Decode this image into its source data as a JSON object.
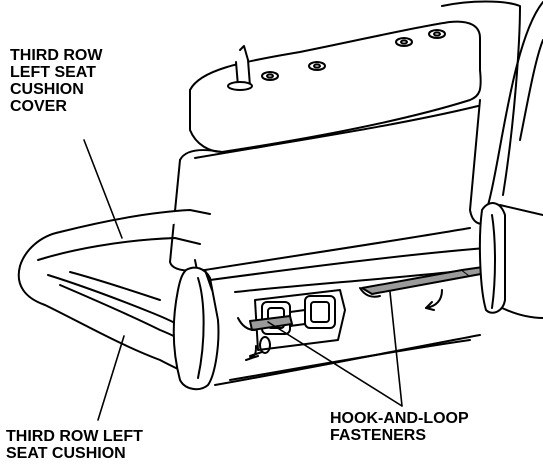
{
  "callouts": {
    "cushion_cover": [
      "THIRD ROW",
      "LEFT SEAT",
      "CUSHION",
      "COVER"
    ],
    "seat_cushion": [
      "THIRD ROW LEFT",
      "SEAT CUSHION"
    ],
    "fasteners": [
      "HOOK-AND-LOOP",
      "FASTENERS"
    ]
  },
  "colors": {
    "line": "#000000",
    "background": "#ffffff",
    "fastener_fill": "#9a9a9a"
  }
}
